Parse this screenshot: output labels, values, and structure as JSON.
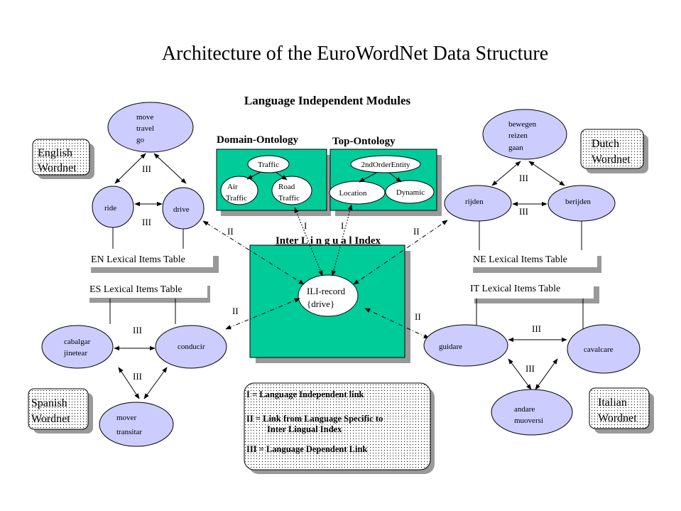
{
  "title": "Architecture of the EuroWordNet Data Structure",
  "colors": {
    "node_fill": "#ccccff",
    "module_fill": "#00cc99",
    "shadow": "#999999",
    "white": "#ffffff",
    "stroke": "#000000"
  },
  "lang_independent": {
    "heading": "Language Independent Modules",
    "domain_ontology": {
      "heading": "Domain-Ontology",
      "nodes": [
        "Traffic",
        "Air",
        "Traffic",
        "Road",
        "Traffic"
      ]
    },
    "top_ontology": {
      "heading": "Top-Ontology",
      "nodes": [
        "2ndOrderEntity",
        "Location",
        "Dynamic"
      ]
    },
    "ili": {
      "heading": "Inter  L i n g u a l Index",
      "record_line1": "ILI-record",
      "record_line2": "{drive}"
    }
  },
  "wordnets": {
    "english": {
      "label_line1": "English",
      "label_line2": "Wordnet",
      "top": [
        "move",
        "travel",
        "go"
      ],
      "left": "ride",
      "right": "drive",
      "table": "EN Lexical Items Table"
    },
    "spanish": {
      "label_line1": "Spanish",
      "label_line2": "Wordnet",
      "left": [
        "cabalgar",
        "jinetear"
      ],
      "right": "conducir",
      "bottom": [
        "mover",
        "transitar"
      ],
      "table": "ES Lexical Items Table"
    },
    "dutch": {
      "label_line1": "Dutch",
      "label_line2": "Wordnet",
      "top": [
        "bewegen",
        "reizen",
        "gaan"
      ],
      "left": "rijden",
      "right": "berijden",
      "table": "NE Lexical Items Table"
    },
    "italian": {
      "label_line1": "Italian",
      "label_line2": "Wordnet",
      "left": "guidare",
      "right": "cavalcare",
      "bottom": [
        "andare",
        "muoversi"
      ],
      "table": "IT Lexical Items Table"
    }
  },
  "link_labels": {
    "I": "I",
    "II": "II",
    "III": "III"
  },
  "legend": {
    "line1": "I = Language Independent link",
    "line2a": "II = Link from Language Specific to",
    "line2b": "Inter Lingual Index",
    "line3": "III = Language Dependent Link"
  }
}
